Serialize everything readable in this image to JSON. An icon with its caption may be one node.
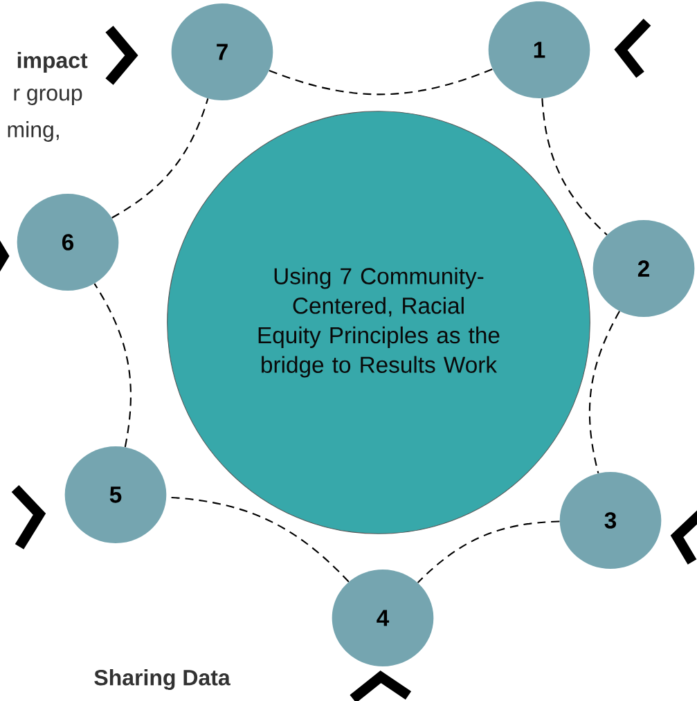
{
  "diagram": {
    "nodes": [
      {
        "text": [
          "Using 7 Community-Centered, Racial Equity Principles as the bridge to Results Work"
        ]
      },
      {
        "text": [
          "1"
        ]
      },
      {
        "text": [
          "2"
        ]
      },
      {
        "text": [
          "3"
        ]
      },
      {
        "text": [
          "4"
        ]
      },
      {
        "text": [
          "5"
        ]
      },
      {
        "text": [
          "6"
        ]
      },
      {
        "text": [
          "7"
        ]
      }
    ],
    "edges": [
      {
        "from": 7,
        "to": 1,
        "arrow": "none",
        "style": "dashed"
      },
      {
        "from": 1,
        "to": 2,
        "arrow": "none",
        "style": "dashed"
      },
      {
        "from": 2,
        "to": 3,
        "arrow": "none",
        "style": "dashed"
      },
      {
        "from": 3,
        "to": 4,
        "arrow": "none",
        "style": "dashed"
      },
      {
        "from": 4,
        "to": 5,
        "arrow": "none",
        "style": "dashed"
      },
      {
        "from": 5,
        "to": 6,
        "arrow": "none",
        "style": "dashed"
      },
      {
        "from": 6,
        "to": 7,
        "arrow": "none",
        "style": "dashed"
      }
    ],
    "labels": [
      "impact",
      "r group",
      "ming,",
      "Sharing Data"
    ]
  }
}
